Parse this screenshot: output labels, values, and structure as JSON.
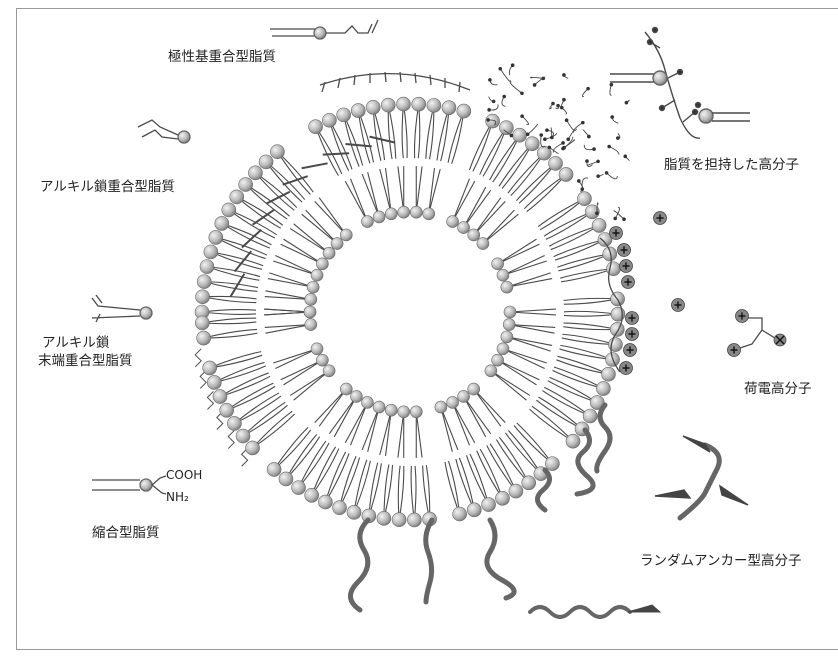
{
  "labels": {
    "polar_head": "極性基重合型脂質",
    "alkyl_chain": "アルキル鎖重合型脂質",
    "alkyl_terminal_1": "アルキル鎖",
    "alkyl_terminal_2": "末端重合型脂質",
    "condensed": "縮合型脂質",
    "lipid_polymer": "脂質を担持した高分子",
    "charged_polymer": "荷電高分子",
    "random_anchor": "ランダムアンカー型高分子",
    "cooh": "COOH",
    "nh2": "NH₂"
  },
  "colors": {
    "head": "#b8b8b8",
    "line": "#4a4a4a",
    "text": "#222222"
  }
}
